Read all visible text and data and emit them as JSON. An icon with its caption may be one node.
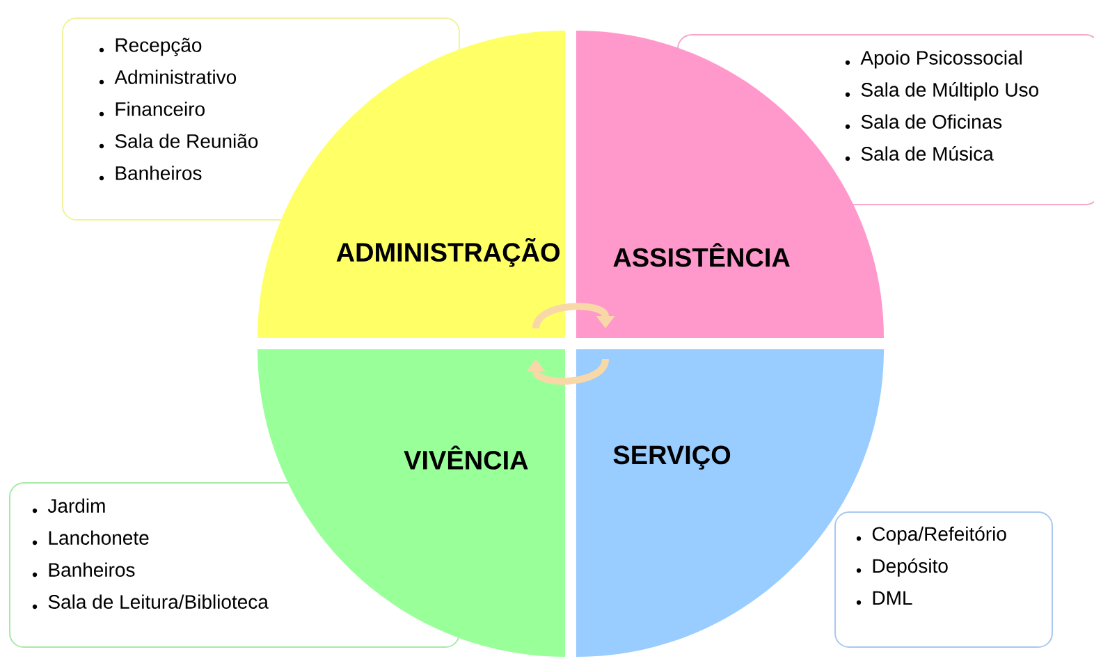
{
  "diagram": {
    "nodes": [
      {
        "text": [
          "Recepção",
          "Administrativo",
          "Financeiro",
          "Sala de Reunião",
          "Banheiros"
        ]
      },
      {
        "text": [
          "Apoio Psicossocial",
          "Sala de Múltiplo Uso",
          "Sala de Oficinas",
          "Sala de Música"
        ]
      },
      {
        "text": [
          "ADMINISTRAÇÃO"
        ]
      },
      {
        "text": [
          "ASSISTÊNCIA"
        ]
      },
      {
        "text": [
          "VIVÊNCIA"
        ]
      },
      {
        "text": [
          "SERVIÇO"
        ]
      },
      {
        "text": [
          "Jardim",
          "Lanchonete",
          "Banheiros",
          "Sala de Leitura/Biblioteca"
        ]
      },
      {
        "text": [
          "Copa/Refeitório",
          "Depósito",
          "DML"
        ]
      }
    ],
    "edges": [
      {
        "from": 2,
        "to": 3,
        "arrow": "to"
      },
      {
        "from": 5,
        "to": 4,
        "arrow": "to"
      }
    ]
  }
}
